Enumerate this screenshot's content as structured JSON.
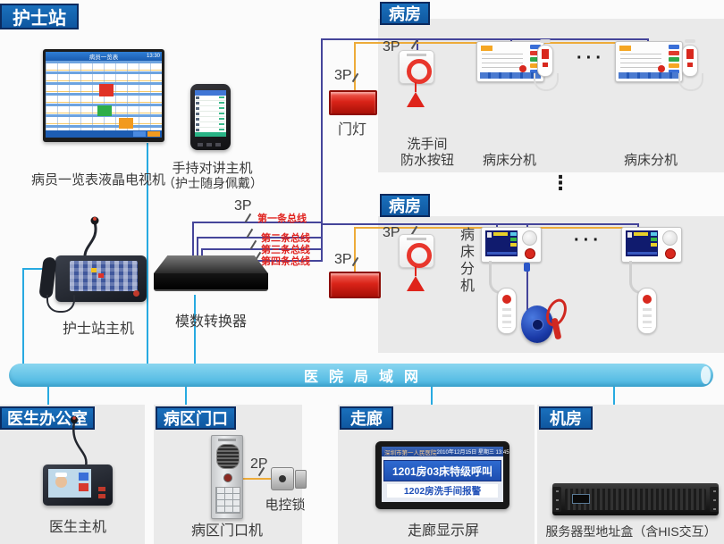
{
  "titles": {
    "lan": "医院局域网"
  },
  "nurse_station": {
    "label": "护士站",
    "tv_label": "病员一览表液晶电视机",
    "tv_title": "病员一览表",
    "tv_time": "13:30",
    "handheld_line1": "手持对讲主机",
    "handheld_line2": "（护士随身佩戴）",
    "host_label": "护士站主机",
    "converter_label": "模数转换器"
  },
  "bus": {
    "p3": "3P",
    "p2": "2P",
    "line1_label": "第一条总线",
    "line2_label": "第二条总线",
    "line3_label": "第三条总线",
    "line4_label": "第四条总线"
  },
  "ward_top": {
    "label": "病房",
    "door_light_label": "门灯",
    "wp_line1": "洗手间",
    "wp_line2": "防水按钮",
    "bed_label_left": "病床分机",
    "bed_label_right": "病床分机",
    "dots": "···"
  },
  "ward_mid": {
    "label": "病房",
    "bed_label_vertical": "病床分机",
    "dots": "···"
  },
  "between_wards_dots": "⋮",
  "doctor_office": {
    "label": "医生办公室",
    "host_label": "医生主机"
  },
  "ward_entrance": {
    "label": "病区门口",
    "unit_label": "病区门口机",
    "lock_label": "电控锁"
  },
  "corridor": {
    "label": "走廊",
    "screen_label": "走廊显示屏",
    "screen": {
      "hospital": "深圳市第一人民医院",
      "datetime": "2010年12月15日 星期三 13:45",
      "message1": "1201房03床特级呼叫",
      "message2": "1202房洗手间报警"
    }
  },
  "machine_room": {
    "label": "机房",
    "server_label": "服务器型地址盒（含HIS交互）"
  },
  "colors": {
    "section_label_bg": "#1463ae",
    "section_label_border": "#0b2a5e",
    "lan_bar": "#55bfe6",
    "bus_navy": "#45459a",
    "bus_orange": "#edab39",
    "lan_line": "#27aae1",
    "alert_red": "#d8281e",
    "bus_label_red": "#e02420"
  }
}
